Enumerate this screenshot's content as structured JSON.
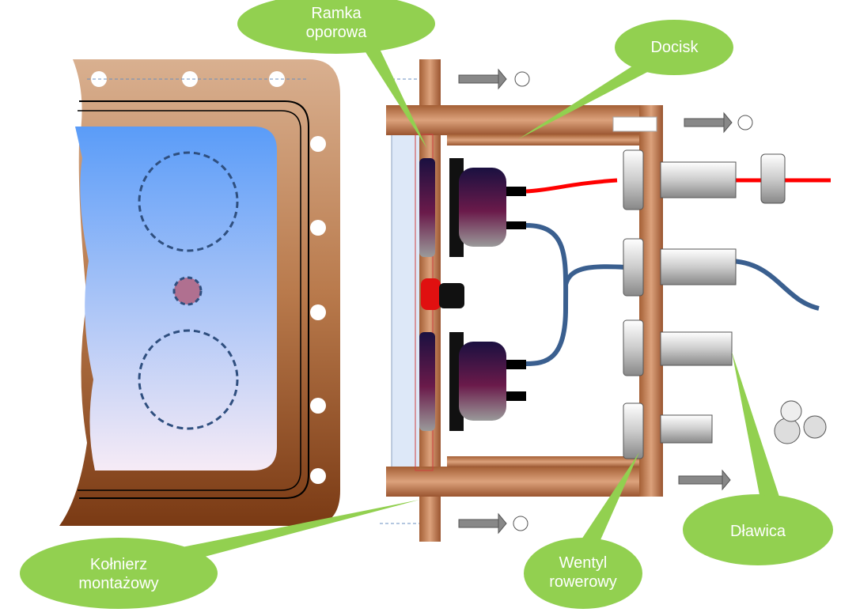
{
  "labels": {
    "ramka": [
      "Ramka",
      "oporowa"
    ],
    "docisk": [
      "Docisk"
    ],
    "kolnierz": [
      "Kołnierz",
      "montażowy"
    ],
    "wentyl": [
      "Wentyl",
      "rowerowy"
    ],
    "dlawica": [
      "Dławica"
    ]
  },
  "colors": {
    "callout": "#92d050",
    "copper": "#c8875a",
    "copper_dark": "#8a4a22",
    "window_top": "#5a9cf8",
    "window_bottom": "#f4e8f6",
    "wire_red": "#ff0000",
    "wire_blue": "#3a5f8f"
  }
}
